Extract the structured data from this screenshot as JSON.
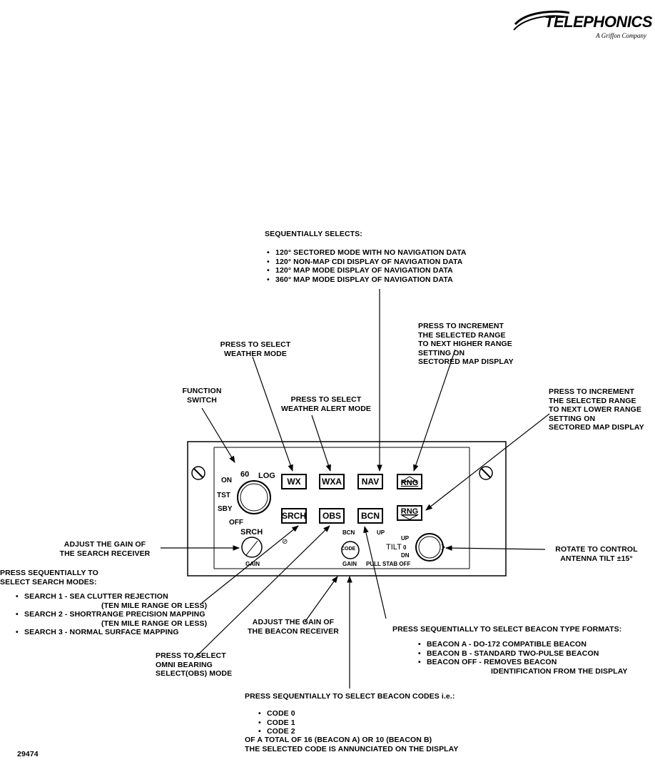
{
  "logo": {
    "name": "TELEPHONICS",
    "tagline": "A Griffon Company"
  },
  "figure_number": "29474",
  "panel": {
    "buttons": [
      "WX",
      "WXA",
      "NAV",
      "RNG",
      "SRCH",
      "OBS",
      "BCN",
      "RNG"
    ],
    "knob_labels": {
      "on": "ON",
      "sixty": "60",
      "log": "LOG",
      "tst": "TST",
      "sby": "SBY",
      "off": "OFF"
    },
    "srch": "SRCH",
    "gain_left": "GAIN",
    "bcn": "BCN",
    "code": "CODE",
    "gain_mid": "GAIN",
    "up_small": "UP",
    "tilt": "TILT",
    "up": "UP",
    "zero": "0",
    "dn": "DN",
    "pull_stab_off": "PULL STAB OFF",
    "obs_mark": "⊘"
  },
  "callouts": {
    "sequential": {
      "heading": "SEQUENTIALLY SELECTS:",
      "items": [
        "120° SECTORED MODE WITH NO NAVIGATION DATA",
        "120° NON-MAP CDI DISPLAY OF NAVIGATION DATA",
        "120° MAP MODE DISPLAY OF NAVIGATION DATA",
        "360° MAP MODE DISPLAY OF NAVIGATION DATA"
      ]
    },
    "rng_up": [
      "PRESS TO INCREMENT",
      "THE SELECTED RANGE",
      "TO NEXT HIGHER RANGE",
      "SETTING ON",
      "SECTORED MAP DISPLAY"
    ],
    "rng_down": [
      "PRESS TO INCREMENT",
      "THE SELECTED RANGE",
      "TO NEXT LOWER RANGE",
      "SETTING ON",
      "SECTORED MAP DISPLAY"
    ],
    "wx": [
      "PRESS TO SELECT",
      "WEATHER MODE"
    ],
    "function": [
      "FUNCTION",
      "SWITCH"
    ],
    "wxa": [
      "PRESS TO SELECT",
      "WEATHER ALERT MODE"
    ],
    "search_gain": [
      "ADJUST THE GAIN OF",
      "THE SEARCH RECEIVER"
    ],
    "tilt": [
      "ROTATE TO CONTROL",
      "ANTENNA TILT ±15°"
    ],
    "search_modes": {
      "heading": [
        "PRESS SEQUENTIALLY TO",
        "SELECT SEARCH MODES:"
      ],
      "items": [
        {
          "text": "SEARCH 1 - SEA CLUTTER REJECTION",
          "sub": "(TEN MILE RANGE OR LESS)"
        },
        {
          "text": "SEARCH 2 - SHORTRANGE PRECISION MAPPING",
          "sub": "(TEN MILE RANGE OR LESS)"
        },
        {
          "text": "SEARCH 3 - NORMAL SURFACE MAPPING",
          "sub": ""
        }
      ]
    },
    "beacon_gain": [
      "ADJUST THE GAIN OF",
      "THE BEACON RECEIVER"
    ],
    "beacon_types": {
      "heading": "PRESS SEQUENTIALLY TO SELECT BEACON TYPE FORMATS:",
      "items": [
        "BEACON A - DO-172 COMPATIBLE BEACON",
        "BEACON B - STANDARD TWO-PULSE BEACON",
        "BEACON OFF - REMOVES BEACON"
      ],
      "sub": "IDENTIFICATION FROM THE DISPLAY"
    },
    "obs": [
      "PRESS TO SELECT",
      "OMNI BEARING",
      "SELECT(OBS) MODE"
    ],
    "beacon_codes": {
      "heading": "PRESS SEQUENTIALLY TO SELECT BEACON CODES i.e.:",
      "items": [
        "CODE 0",
        "CODE 1",
        "CODE 2"
      ],
      "footer": [
        "OF A TOTAL OF 16 (BEACON A) OR 10 (BEACON B)",
        "THE SELECTED CODE IS ANNUNCIATED ON THE DISPLAY"
      ]
    }
  }
}
